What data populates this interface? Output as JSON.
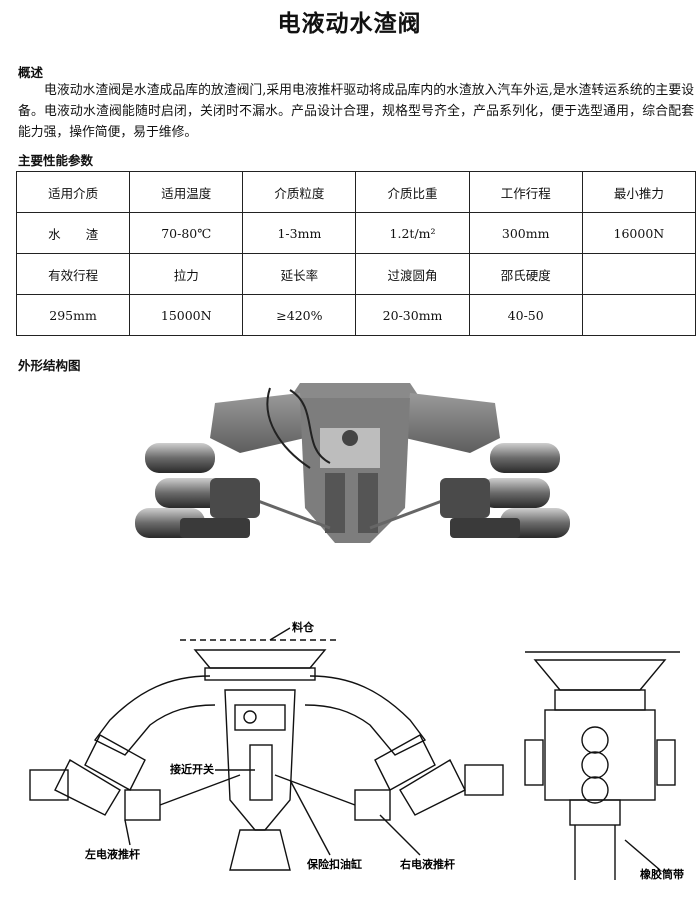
{
  "title": "电液动水渣阀",
  "overview": {
    "heading": "概述",
    "text": "电液动水渣阀是水渣成品库的放渣阀门,采用电液推杆驱动将成品库内的水渣放入汽车外运,是水渣转运系统的主要设备。电液动水渣阀能随时启闭，关闭时不漏水。产品设计合理，规格型号齐全，产品系列化，便于选型通用，综合配套能力强，操作简便，易于维修。"
  },
  "params": {
    "heading": "主要性能参数",
    "rows": [
      [
        "适用介质",
        "适用温度",
        "介质粒度",
        "介质比重",
        "工作行程",
        "最小推力"
      ],
      [
        "水　　渣",
        "70-80℃",
        "1-3mm",
        "1.2t/m²",
        "300mm",
        "16000N"
      ],
      [
        "有效行程",
        "拉力",
        "延长率",
        "过渡圆角",
        "邵氏硬度",
        ""
      ],
      [
        "295mm",
        "15000N",
        "≥420%",
        "20-30mm",
        "40-50",
        ""
      ]
    ]
  },
  "structure": {
    "heading": "外形结构图",
    "labels": {
      "hopper": "料仓",
      "proximity_switch": "接近开关",
      "left_pusher": "左电液推杆",
      "safety_cylinder": "保险扣油缸",
      "right_pusher": "右电液推杆",
      "rubber_sleeve": "橡胶筒带"
    }
  }
}
